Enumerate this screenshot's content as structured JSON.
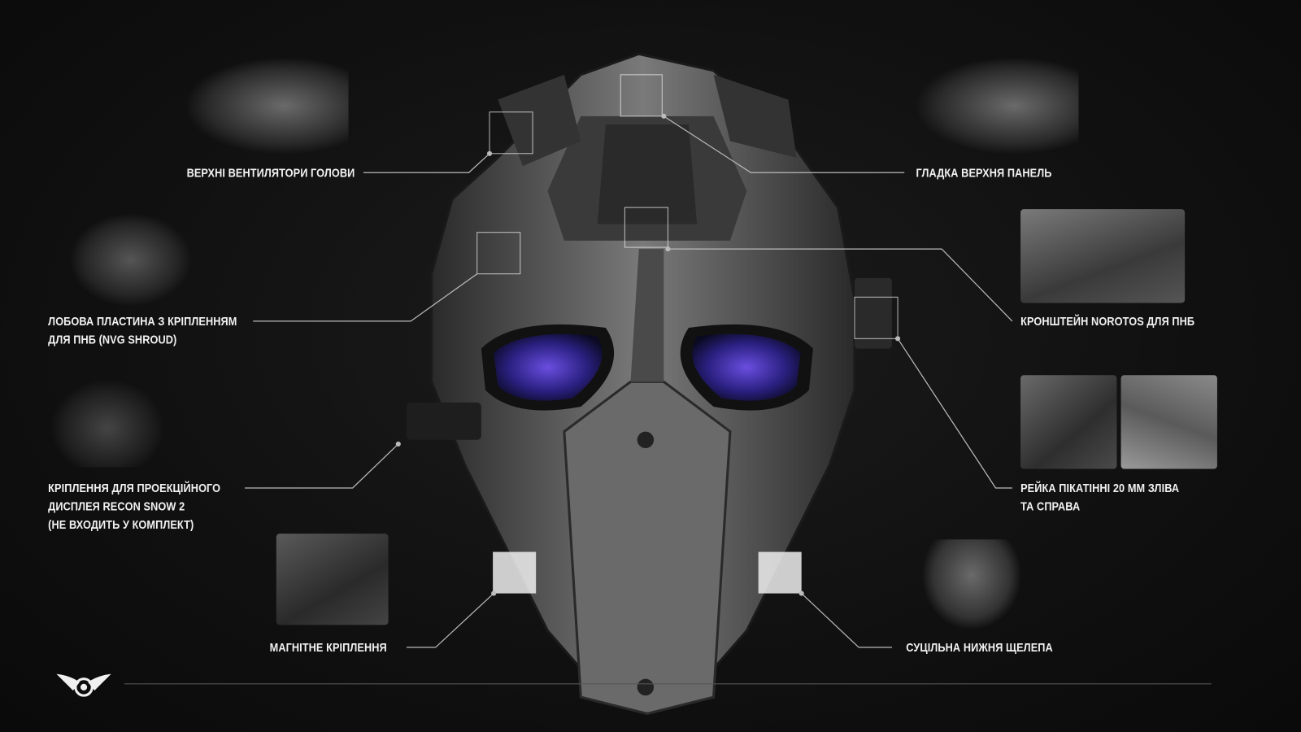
{
  "callouts": {
    "top_fans": "ВЕРХНІ ВЕНТИЛЯТОРИ ГОЛОВИ",
    "top_panel": "ГЛАДКА ВЕРХНЯ ПАНЕЛЬ",
    "shroud": [
      "ЛОБОВА ПЛАСТИНА З КРІПЛЕННЯМ",
      "ДЛЯ ПНБ (NVG SHROUD)"
    ],
    "norotos": "КРОНШТЕЙН NOROTOS ДЛЯ ПНБ",
    "recon": [
      "КРІПЛЕННЯ ДЛЯ ПРОЕКЦІЙНОГО",
      "ДИСПЛЕЯ RECON SNOW 2",
      "(НЕ ВХОДИТЬ У КОМПЛЕКТ)"
    ],
    "picatinny": [
      "РЕЙКА ПІКАТІННІ 20 ММ ЗЛІВА",
      "ТА СПРАВА"
    ],
    "magnetic": "МАГНІТНЕ КРІПЛЕННЯ",
    "jaw": "СУЦІЛЬНА НИЖНЯ ЩЕЛЕПА"
  },
  "colors": {
    "background": "#0d0d0d",
    "text": "#f2f2f2",
    "lines": "#bbbbbb",
    "lens": "#5a3cc8"
  }
}
